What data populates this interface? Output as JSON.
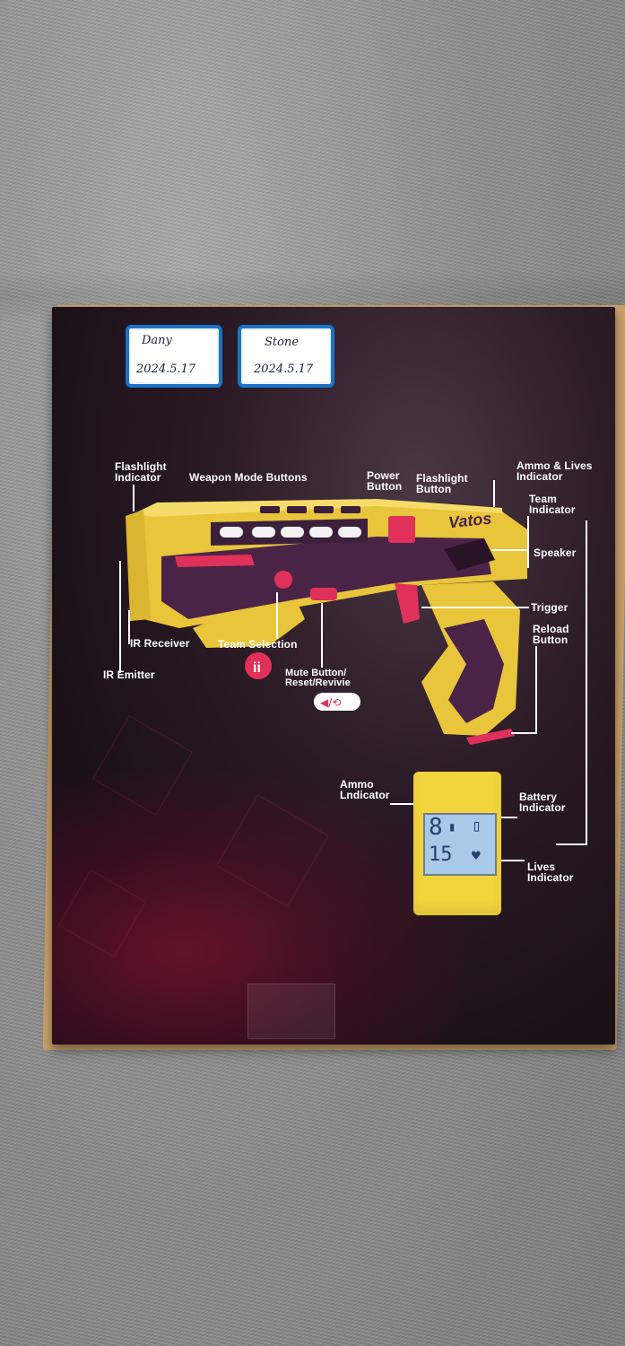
{
  "labels": {
    "card_left": [
      "Dany",
      "2024.5.17"
    ],
    "card_right": [
      "Stone",
      "2024.5.17"
    ]
  },
  "callouts": {
    "flashlight_indicator": [
      "Flashlight",
      "Indicator"
    ],
    "weapon_mode_buttons": "Weapon Mode Buttons",
    "power_button": [
      "Power",
      "Button"
    ],
    "flashlight_button": [
      "Flashlight",
      "Button"
    ],
    "ammo_lives_indicator": [
      "Ammo & Lives",
      "Indicator"
    ],
    "team_indicator": [
      "Team",
      "Indicator"
    ],
    "speaker": "Speaker",
    "trigger": "Trigger",
    "reload_button": [
      "Reload",
      "Button"
    ],
    "ir_receiver": "IR Receiver",
    "ir_emitter": "IR Emitter",
    "team_selection": "Team Selection",
    "mute_button": [
      "Mute Button/",
      "Reset/Revivie"
    ],
    "ammo_indicator": [
      "Ammo",
      "Lndicator"
    ],
    "battery_indicator": [
      "Battery",
      "Indicator"
    ],
    "lives_indicator": [
      "Lives",
      "Indicator"
    ]
  },
  "gun": {
    "brand": "Vatos"
  },
  "display": {
    "ammo": "8",
    "lives": "15"
  },
  "colors": {
    "gun_yellow": "#e8c53a",
    "gun_purple": "#4a2447",
    "accent_pink": "#e0315a",
    "box_dark": "#1d1219",
    "label_border": "#1a73c9"
  }
}
